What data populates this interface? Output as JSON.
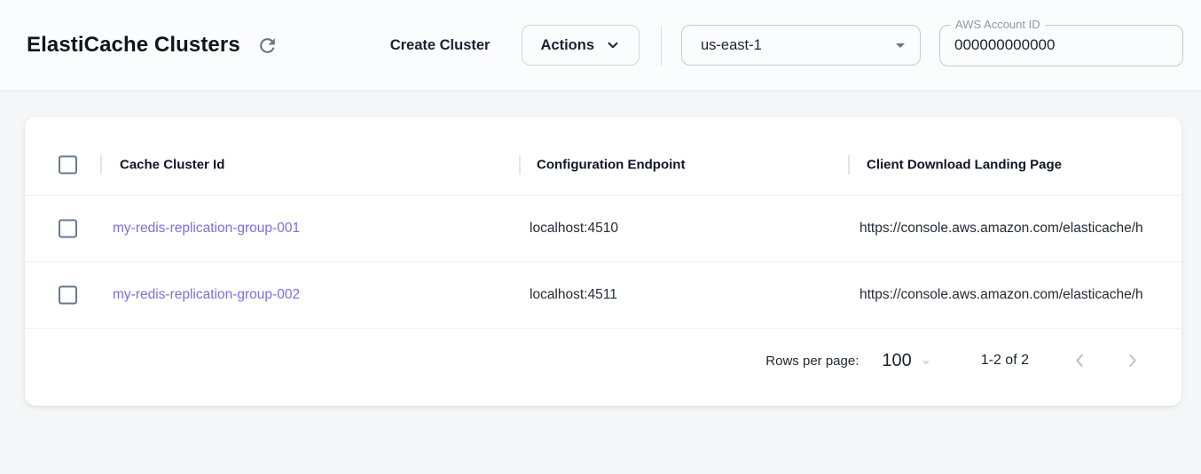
{
  "app": {
    "title": "ElastiCache Clusters"
  },
  "toolbar": {
    "create_button": "Create Cluster",
    "actions_button": "Actions",
    "region": {
      "selected": "us-east-1"
    },
    "account": {
      "label": "AWS Account ID",
      "value": "000000000000"
    }
  },
  "table": {
    "columns": [
      {
        "label": "Cache Cluster Id"
      },
      {
        "label": "Configuration Endpoint"
      },
      {
        "label": "Client Download Landing Page"
      }
    ],
    "rows": [
      {
        "cache_cluster_id": "my-redis-replication-group-001",
        "configuration_endpoint": "localhost:4510",
        "client_download_landing_page": "https://console.aws.amazon.com/elasticache/h"
      },
      {
        "cache_cluster_id": "my-redis-replication-group-002",
        "configuration_endpoint": "localhost:4511",
        "client_download_landing_page": "https://console.aws.amazon.com/elasticache/h"
      }
    ]
  },
  "pagination": {
    "rows_per_page_label": "Rows per page:",
    "rows_per_page_value": "100",
    "range": "1-2 of 2"
  },
  "icons": {
    "refresh": "refresh-icon",
    "actions_chevron": "chevron-down-icon",
    "region_caret": "caret-down-icon",
    "prev": "chevron-left-icon",
    "next": "chevron-right-icon"
  },
  "colors": {
    "link_purple": "#7e6ce0",
    "icon_slate": "#64748b",
    "text_dark": "#1a2230",
    "card_background": "#ffffff",
    "page_background": "#f6f7f9"
  }
}
